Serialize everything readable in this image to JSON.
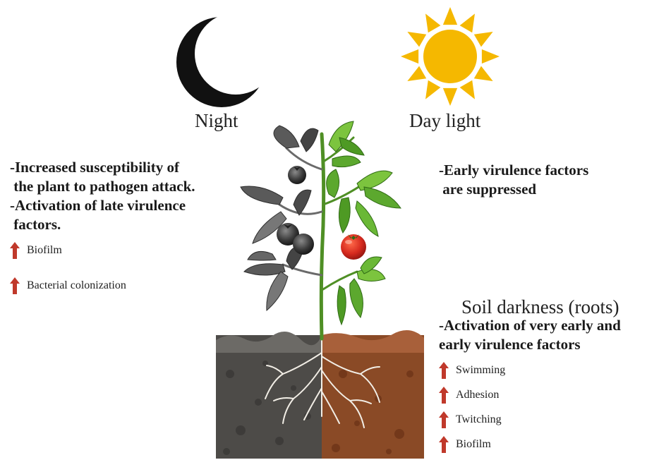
{
  "night": {
    "label": "Night",
    "effects": [
      "-Increased susceptibility of",
      " the plant to pathogen attack.",
      "-Activation of late virulence",
      " factors."
    ],
    "upregulated": [
      "Biofilm",
      "Bacterial colonization"
    ]
  },
  "day": {
    "label": "Day light",
    "effects": [
      "-Early virulence factors",
      " are suppressed"
    ]
  },
  "soil": {
    "label": "Soil darkness (roots)",
    "effects": [
      "-Activation of very early and",
      "early virulence factors"
    ],
    "upregulated": [
      "Swimming",
      "Adhesion",
      "Twitching",
      "Biofilm"
    ]
  },
  "colors": {
    "arrow": "#c0392b",
    "sun": "#f5b800",
    "moon": "#111111",
    "leaf": "#5ca82e",
    "tomato": "#d62a1e",
    "soil_left": "#4d4b48",
    "soil_right": "#8a4a26"
  }
}
